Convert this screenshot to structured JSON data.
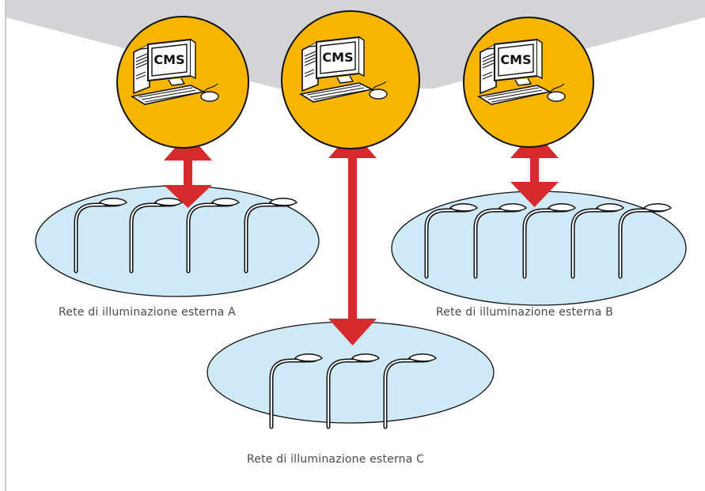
{
  "colors": {
    "banner": "#d4d4d6",
    "server_circle": "#f7b500",
    "network_ellipse": "#cfe9f7",
    "arrow": "#d52b2f",
    "label_text": "#4a4a4a",
    "frame_line": "#bfbfbf"
  },
  "servers": [
    {
      "icon": "computer-icon",
      "screen_label": "CMS"
    },
    {
      "icon": "computer-icon",
      "screen_label": "CMS"
    },
    {
      "icon": "computer-icon",
      "screen_label": "CMS"
    }
  ],
  "networks": [
    {
      "label": "Rete di illuminazione esterna A",
      "lamp_count": 4
    },
    {
      "label": "Rete di illuminazione esterna B",
      "lamp_count": 5
    },
    {
      "label": "Rete di illuminazione esterna C",
      "lamp_count": 3
    }
  ],
  "links": [
    {
      "from": "server-1",
      "to": "network-a",
      "icon": "bidirectional-arrow"
    },
    {
      "from": "server-2",
      "to": "network-c",
      "icon": "bidirectional-arrow"
    },
    {
      "from": "server-3",
      "to": "network-b",
      "icon": "bidirectional-arrow"
    }
  ]
}
